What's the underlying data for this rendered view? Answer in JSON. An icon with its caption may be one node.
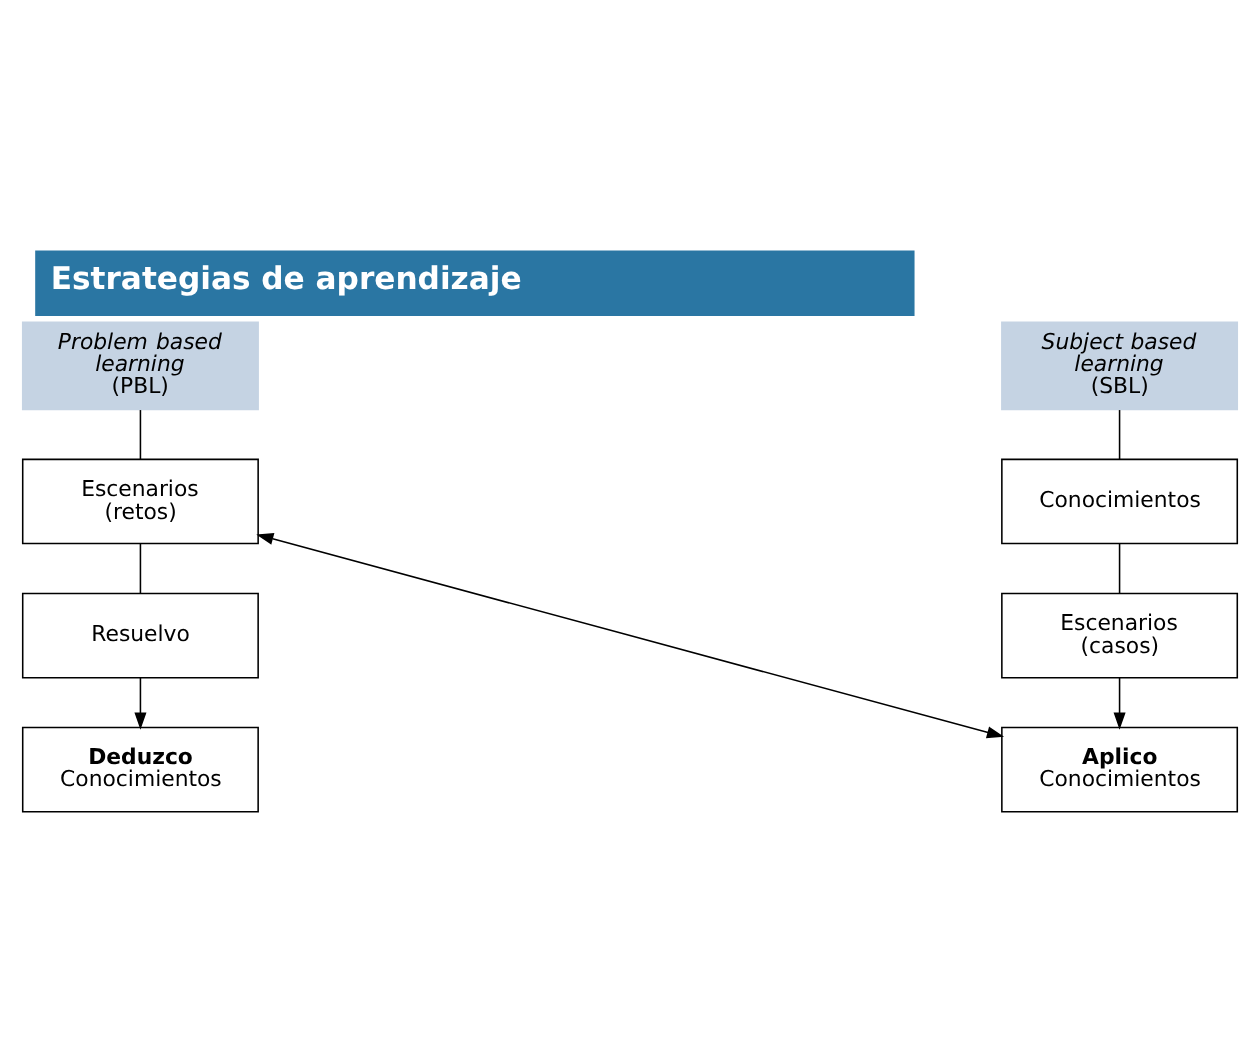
{
  "diagram": {
    "title": "Estrategias de aprendizaje",
    "nodes": [
      {
        "text": [
          "*Problem based learning* (PBL)"
        ]
      },
      {
        "text": [
          "Escenarios (retos)"
        ]
      },
      {
        "text": [
          "Resuelvo"
        ]
      },
      {
        "text": [
          "Deduzco",
          "Conocimientos"
        ]
      },
      {
        "text": [
          "*Subject based learning* (SBL)"
        ]
      },
      {
        "text": [
          "Conocimientos"
        ]
      },
      {
        "text": [
          "Escenarios (casos)"
        ]
      },
      {
        "text": [
          "Aplico",
          "Conocimientos"
        ]
      }
    ],
    "edges": [
      {
        "from": 0,
        "to": 1,
        "arrow": "none"
      },
      {
        "from": 1,
        "to": 2,
        "arrow": "none"
      },
      {
        "from": 2,
        "to": 3,
        "arrow": "to"
      },
      {
        "from": 4,
        "to": 5,
        "arrow": "none"
      },
      {
        "from": 5,
        "to": 6,
        "arrow": "none"
      },
      {
        "from": 6,
        "to": 7,
        "arrow": "to"
      },
      {
        "from": 1,
        "to": 7,
        "arrow": "both"
      }
    ]
  }
}
